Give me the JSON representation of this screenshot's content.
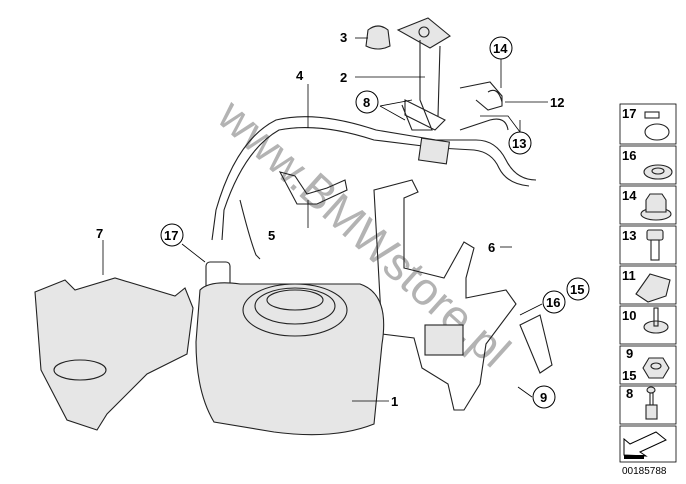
{
  "diagram": {
    "watermark": "www.BMWstore.pl",
    "callouts": {
      "c1": "1",
      "c2": "2",
      "c3": "3",
      "c4": "4",
      "c5": "5",
      "c6": "6",
      "c7": "7",
      "c8": "8",
      "c9": "9",
      "c12": "12",
      "c13": "13",
      "c14": "14",
      "c15": "15",
      "c16": "16",
      "c17": "17"
    },
    "legend": [
      {
        "label": "17",
        "icon": "hose-clamp-icon"
      },
      {
        "label": "16",
        "icon": "washer-icon"
      },
      {
        "label": "14",
        "icon": "collar-nut-icon"
      },
      {
        "label": "13",
        "icon": "bolt-icon"
      },
      {
        "label": "11",
        "icon": "cable-clip-icon"
      },
      {
        "label": "10",
        "icon": "stud-clip-icon"
      },
      {
        "label": "9",
        "label2": "15",
        "icon": "hex-nut-icon"
      },
      {
        "label": "8",
        "icon": "expanding-rivet-icon"
      }
    ],
    "diagram_code": "00185788"
  }
}
